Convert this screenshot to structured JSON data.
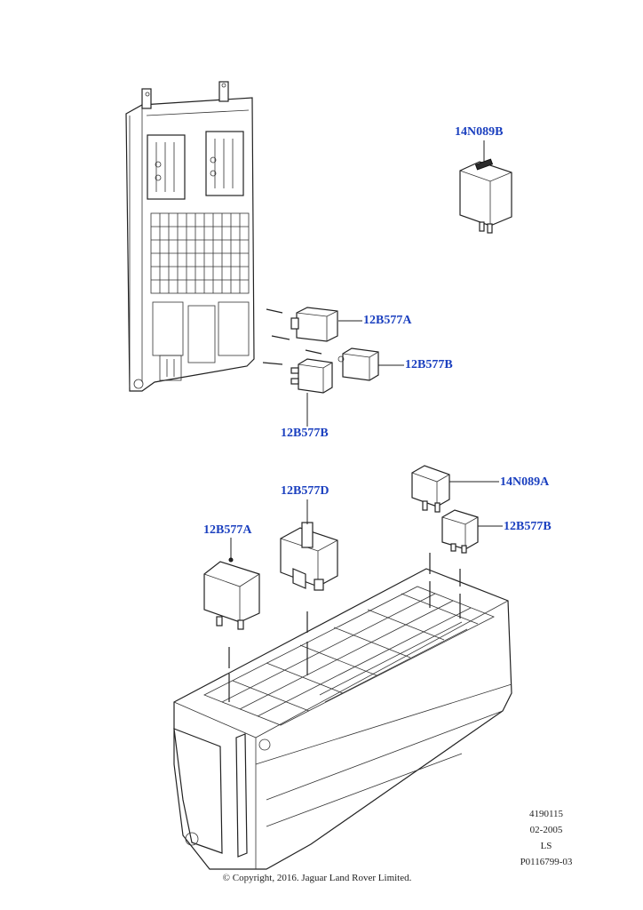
{
  "callouts": {
    "relay_14n089b": "14N089B",
    "relay_12b577a_upper": "12B577A",
    "relay_12b577b_right": "12B577B",
    "relay_12b577b_lower": "12B577B",
    "relay_12b577d": "12B577D",
    "relay_14n089a": "14N089A",
    "relay_12b577a_lower": "12B577A",
    "relay_12b577b_bottom": "12B577B"
  },
  "meta": {
    "number": "4190115",
    "date": "02-2005",
    "code": "LS",
    "part_ref": "P0116799-03"
  },
  "copyright": "© Copyright, 2016. Jaguar Land Rover Limited.",
  "colors": {
    "callout_text": "#1a3fbf",
    "line_art": "#222222"
  }
}
